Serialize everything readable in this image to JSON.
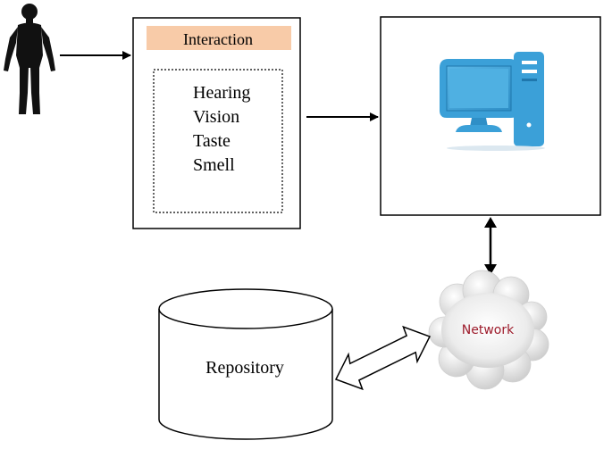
{
  "interaction_box": {
    "title": "Interaction",
    "senses": [
      "Hearing",
      "Vision",
      "Taste",
      "Smell"
    ]
  },
  "network": {
    "label": "Network"
  },
  "repository": {
    "label": "Repository"
  },
  "colors": {
    "interaction_header": "#f8cba8",
    "computer_blue": "#3ba0d8",
    "network_label": "#9e1c2c",
    "line": "#000000"
  },
  "icons": {
    "user": "human-silhouette-icon",
    "computer": "desktop-computer-icon",
    "network": "cloud-icon",
    "repository": "database-cylinder-icon"
  }
}
